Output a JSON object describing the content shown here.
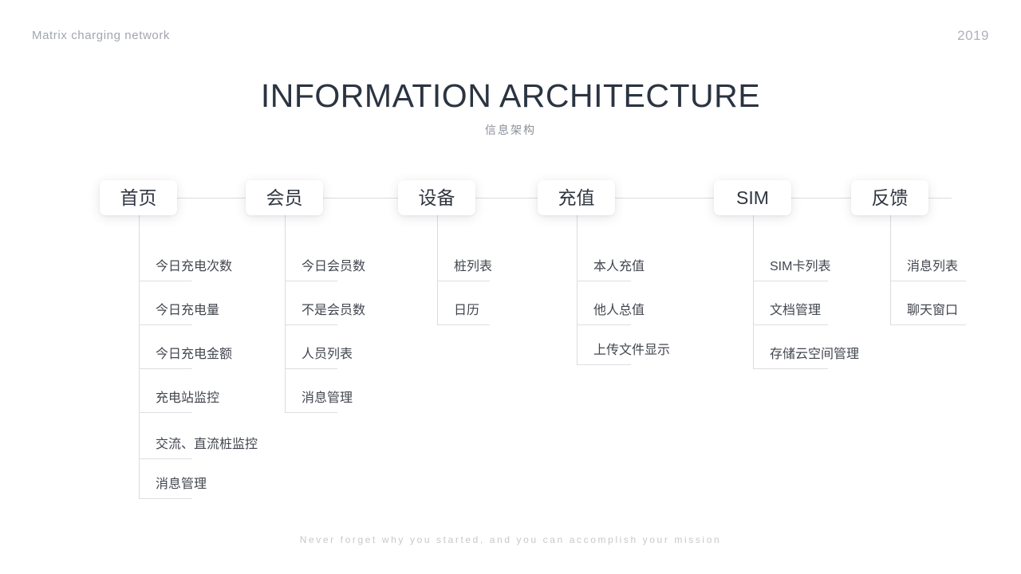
{
  "header": {
    "brand": "Matrix charging network",
    "year": "2019"
  },
  "title": {
    "main": "INFORMATION ARCHITECTURE",
    "subtitle": "信息架构"
  },
  "tree": {
    "columns": [
      {
        "label": "首页",
        "items": [
          "今日充电次数",
          "今日充电量",
          "今日充电金额",
          "充电站监控",
          "交流、直流桩监控",
          "消息管理"
        ]
      },
      {
        "label": "会员",
        "items": [
          "今日会员数",
          "不是会员数",
          "人员列表",
          "消息管理"
        ]
      },
      {
        "label": "设备",
        "items": [
          "桩列表",
          "日历"
        ]
      },
      {
        "label": "充值",
        "items": [
          "本人充值",
          "他人总值",
          "上传文件显示"
        ]
      },
      {
        "label": "SIM",
        "items": [
          "SIM卡列表",
          "文档管理",
          "存储云空间管理"
        ]
      },
      {
        "label": "反馈",
        "items": [
          "消息列表",
          "聊天窗口"
        ]
      }
    ]
  },
  "footer": {
    "quote": "Never forget why you started, and you can accomplish your mission"
  },
  "colors": {
    "title_text": "#2b3441",
    "muted_text": "#a2a6ad",
    "item_text": "#42464e",
    "line": "#d9dbde",
    "card_bg": "#ffffff",
    "footer_text": "#c6c8cc"
  }
}
